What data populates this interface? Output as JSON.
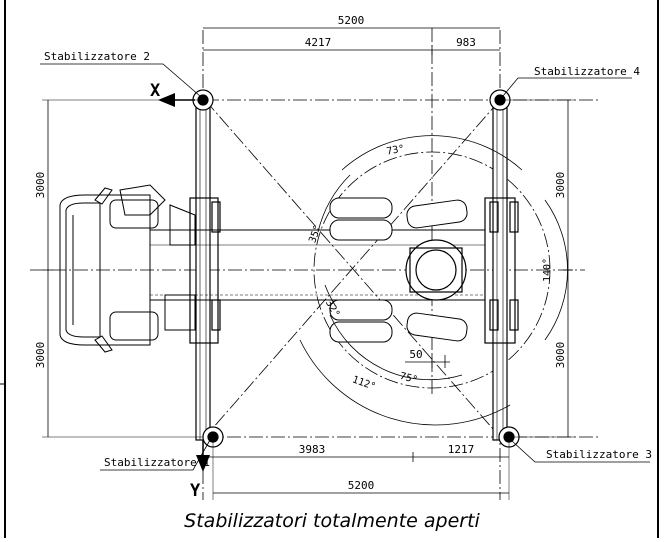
{
  "dimensions": {
    "top_total": "5200",
    "top_left": "4217",
    "top_right": "983",
    "bottom_left": "3983",
    "bottom_right": "1217",
    "bottom_total": "5200",
    "left_upper": "3000",
    "left_lower": "3000",
    "right_upper": "3000",
    "right_lower": "3000",
    "small_offset": "50"
  },
  "angles": {
    "a73": "73°",
    "a35": "35°",
    "a32": "32°",
    "a140": "140°",
    "a75": "75°",
    "a112": "112°"
  },
  "axes": {
    "x": "X",
    "y": "Y"
  },
  "outriggers": {
    "s1": "Stabilizzatore 1",
    "s2": "Stabilizzatore 2",
    "s3": "Stabilizzatore 3",
    "s4": "Stabilizzatore 4"
  },
  "caption": "Stabilizzatori totalmente aperti"
}
